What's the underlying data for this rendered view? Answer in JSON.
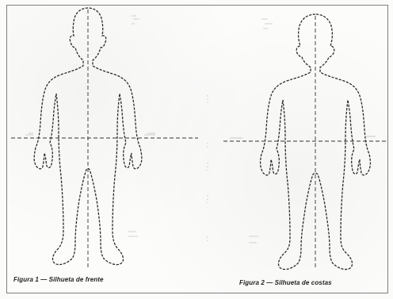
{
  "figures": [
    {
      "caption_prefix": "Figura 1",
      "caption_dash": " — ",
      "caption_text": "Silhueta de frente",
      "labels": {
        "top": "",
        "mid_left": "",
        "mid_right": "",
        "lower": ""
      }
    },
    {
      "caption_prefix": "Figura 2",
      "caption_dash": " — ",
      "caption_text": "Silhueta de costas",
      "labels": {
        "top": "",
        "mid_left": "",
        "mid_right": "",
        "lower": ""
      }
    }
  ],
  "colors": {
    "outline": "#2b2b2b",
    "guide": "#333333",
    "faint": "#9a9a9a"
  }
}
